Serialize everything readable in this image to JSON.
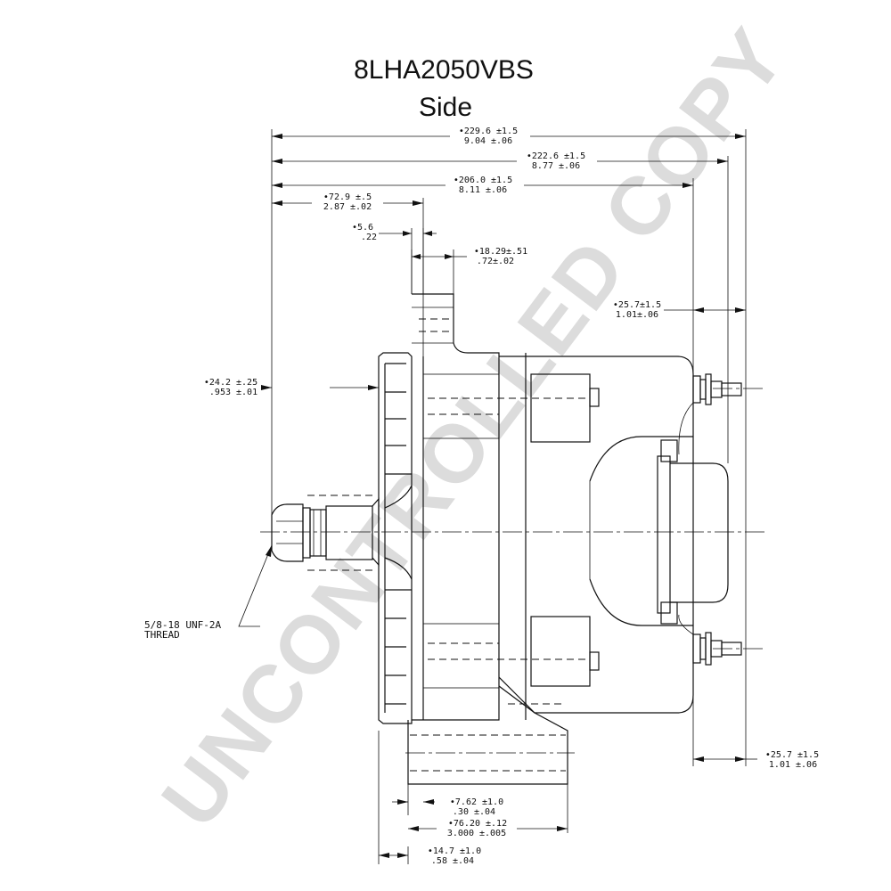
{
  "drawing": {
    "part_number": "8LHA2050VBS",
    "view": "Side",
    "watermark": "UNCONTROLLED COPY"
  },
  "dimensions": {
    "overall_length": {
      "metric": "•229.6 ±1.5",
      "imperial": "9.04 ±.06"
    },
    "length_to_terminal": {
      "metric": "•222.6 ±1.5",
      "imperial": "8.77 ±.06"
    },
    "body_length": {
      "metric": "•206.0 ±1.5",
      "imperial": "8.11 ±.06"
    },
    "shaft_to_mount": {
      "metric": "•72.9 ±.5",
      "imperial": "2.87 ±.02"
    },
    "ear_offset": {
      "metric": "•5.6",
      "imperial": ".22"
    },
    "ear_width": {
      "metric": "•18.29±.51",
      "imperial": ".72±.02"
    },
    "terminal_top": {
      "metric": "•25.7±1.5",
      "imperial": "1.01±.06"
    },
    "pulley_offset": {
      "metric": "•24.2 ±.25",
      "imperial": ".953 ±.01"
    },
    "terminal_bottom": {
      "metric": "•25.7 ±1.5",
      "imperial": "1.01 ±.06"
    },
    "foot_offset": {
      "metric": "•7.62 ±1.0",
      "imperial": ".30 ±.04"
    },
    "foot_length": {
      "metric": "•76.20 ±.12",
      "imperial": "3.000 ±.005"
    },
    "fan_to_foot": {
      "metric": "•14.7 ±1.0",
      "imperial": ".58 ±.04"
    }
  },
  "thread_note": {
    "line1": "5/8-18 UNF-2A",
    "line2": "THREAD"
  }
}
